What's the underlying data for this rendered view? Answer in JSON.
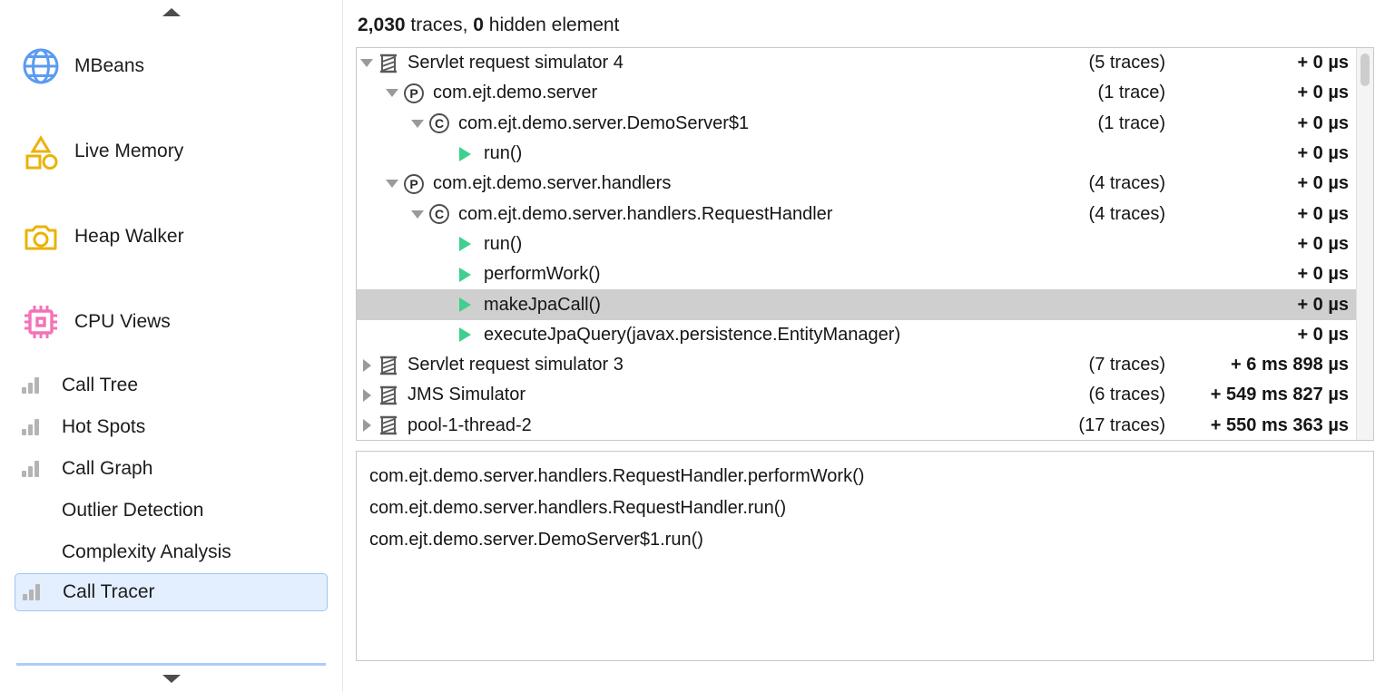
{
  "sidebar": {
    "scroll_up_icon": "triangle-up-icon",
    "scroll_down_icon": "triangle-down-icon",
    "items": [
      {
        "label": "MBeans",
        "icon": "globe-icon",
        "style": "big",
        "selected": false
      },
      {
        "label": "Live Memory",
        "icon": "shapes-icon",
        "style": "big",
        "selected": false
      },
      {
        "label": "Heap Walker",
        "icon": "camera-icon",
        "style": "big",
        "selected": false
      },
      {
        "label": "CPU Views",
        "icon": "cpu-chip-icon",
        "style": "big",
        "selected": false
      },
      {
        "label": "Call Tree",
        "icon": "bar-chart-icon",
        "style": "small",
        "selected": false
      },
      {
        "label": "Hot Spots",
        "icon": "bar-chart-icon",
        "style": "small",
        "selected": false
      },
      {
        "label": "Call Graph",
        "icon": "bar-chart-icon",
        "style": "small",
        "selected": false
      },
      {
        "label": "Outlier Detection",
        "icon": "none",
        "style": "small",
        "selected": false
      },
      {
        "label": "Complexity Analysis",
        "icon": "none",
        "style": "small",
        "selected": false
      },
      {
        "label": "Call Tracer",
        "icon": "bar-chart-icon",
        "style": "small",
        "selected": true
      }
    ]
  },
  "header": {
    "trace_count": "2,030",
    "traces_word": " traces, ",
    "hidden_count": "0",
    "hidden_word": " hidden element"
  },
  "tree": {
    "rows": [
      {
        "depth": 0,
        "twisty": "expanded",
        "icon": "thread-spool-icon",
        "label": "Servlet request simulator 4",
        "traces": "(5 traces)",
        "time": "+ 0 µs",
        "selected": false
      },
      {
        "depth": 1,
        "twisty": "expanded",
        "icon": "package-icon",
        "label": "com.ejt.demo.server",
        "traces": "(1 trace)",
        "time": "+ 0 µs",
        "selected": false
      },
      {
        "depth": 2,
        "twisty": "expanded",
        "icon": "class-icon",
        "label": "com.ejt.demo.server.DemoServer$1",
        "traces": "(1 trace)",
        "time": "+ 0 µs",
        "selected": false
      },
      {
        "depth": 3,
        "twisty": "none",
        "icon": "method-play-icon",
        "label": "run()",
        "traces": "",
        "time": "+ 0 µs",
        "selected": false
      },
      {
        "depth": 1,
        "twisty": "expanded",
        "icon": "package-icon",
        "label": "com.ejt.demo.server.handlers",
        "traces": "(4 traces)",
        "time": "+ 0 µs",
        "selected": false
      },
      {
        "depth": 2,
        "twisty": "expanded",
        "icon": "class-icon",
        "label": "com.ejt.demo.server.handlers.RequestHandler",
        "traces": "(4 traces)",
        "time": "+ 0 µs",
        "selected": false
      },
      {
        "depth": 3,
        "twisty": "none",
        "icon": "method-play-icon",
        "label": "run()",
        "traces": "",
        "time": "+ 0 µs",
        "selected": false
      },
      {
        "depth": 3,
        "twisty": "none",
        "icon": "method-play-icon",
        "label": "performWork()",
        "traces": "",
        "time": "+ 0 µs",
        "selected": false
      },
      {
        "depth": 3,
        "twisty": "none",
        "icon": "method-play-icon",
        "label": "makeJpaCall()",
        "traces": "",
        "time": "+ 0 µs",
        "selected": true
      },
      {
        "depth": 3,
        "twisty": "none",
        "icon": "method-play-icon",
        "label": "executeJpaQuery(javax.persistence.EntityManager)",
        "traces": "",
        "time": "+ 0 µs",
        "selected": false
      },
      {
        "depth": 0,
        "twisty": "collapsed",
        "icon": "thread-spool-icon",
        "label": "Servlet request simulator 3",
        "traces": "(7 traces)",
        "time": "+ 6 ms 898 µs",
        "selected": false
      },
      {
        "depth": 0,
        "twisty": "collapsed",
        "icon": "thread-spool-icon",
        "label": "JMS Simulator",
        "traces": "(6 traces)",
        "time": "+ 549 ms 827 µs",
        "selected": false
      },
      {
        "depth": 0,
        "twisty": "collapsed",
        "icon": "thread-spool-icon",
        "label": "pool-1-thread-2",
        "traces": "(17 traces)",
        "time": "+ 550 ms 363 µs",
        "selected": false
      }
    ]
  },
  "stack": {
    "lines": [
      "com.ejt.demo.server.handlers.RequestHandler.performWork()",
      "com.ejt.demo.server.handlers.RequestHandler.run()",
      "com.ejt.demo.server.DemoServer$1.run()"
    ]
  },
  "colors": {
    "selection_row": "#cfcfcf",
    "sidebar_selection_bg": "#e3efff",
    "sidebar_selection_border": "#9ec6f5",
    "method_green": "#3fcf8e",
    "globe_blue": "#5b9bf3",
    "amber": "#eab308",
    "cpu_pink": "#f472b6"
  }
}
